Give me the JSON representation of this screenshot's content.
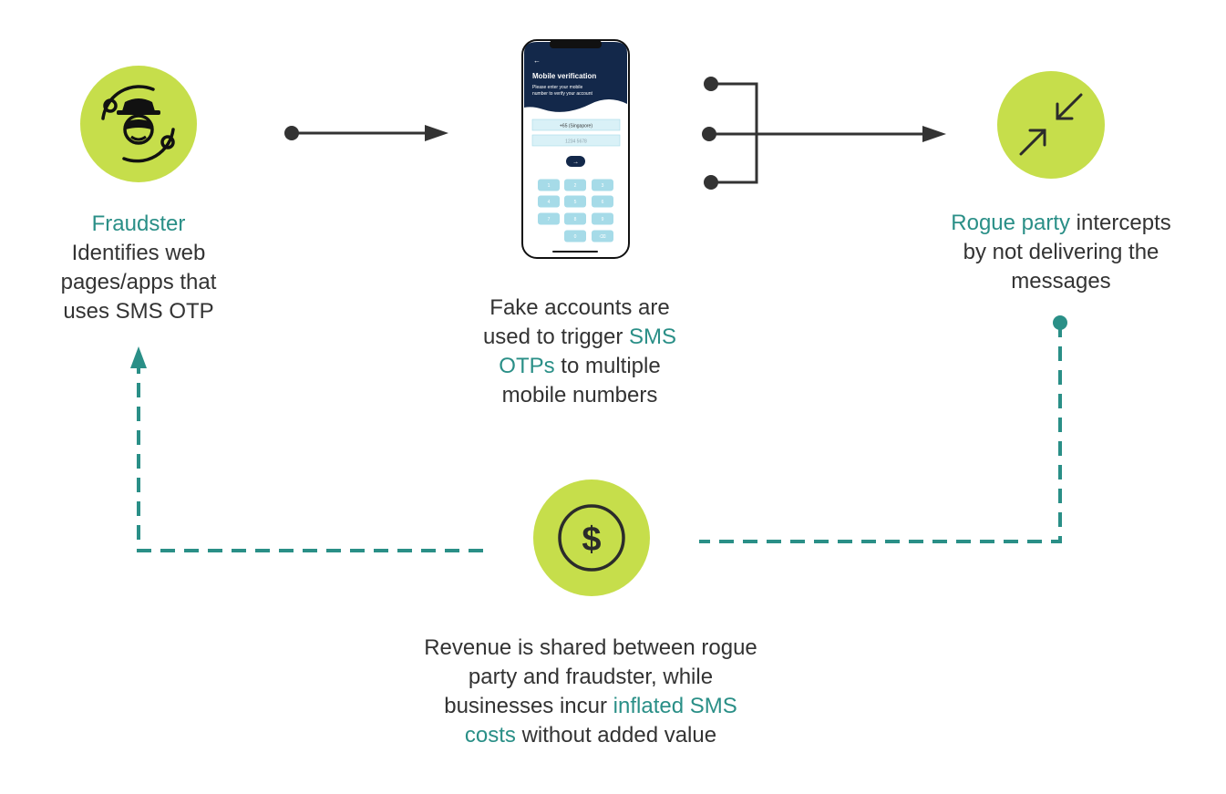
{
  "colors": {
    "accent_circle": "#c6de4b",
    "highlight_text": "#2a8f87",
    "arrow_solid": "#333333",
    "arrow_dashed": "#2a8f87",
    "phone_header": "#13284a",
    "keypad": "#a6dbe8"
  },
  "icons": {
    "fraudster": "masked-fraudster-icon",
    "rogue_party": "arrows-intercept-icon",
    "revenue": "dollar-icon",
    "phone": "phone-mockup"
  },
  "fraudster": {
    "title": "Fraudster",
    "line1": "Identifies web",
    "line2": "pages/apps that",
    "line3": "uses SMS OTP"
  },
  "fake_accounts": {
    "line1": "Fake accounts are",
    "line2a": "used to trigger ",
    "line2b": "SMS",
    "line3a": "OTPs",
    "line3b": " to multiple",
    "line4": "mobile numbers"
  },
  "rogue_party": {
    "line1a": "Rogue party",
    "line1b": " intercepts",
    "line2": "by not delivering the",
    "line3": "messages"
  },
  "revenue": {
    "line1": "Revenue is shared between rogue",
    "line2": "party and fraudster, while",
    "line3a": "businesses incur ",
    "line3b": "inflated SMS",
    "line4a": "costs",
    "line4b": " without added value"
  },
  "phone": {
    "back_arrow": "←",
    "title": "Mobile verification",
    "subtitle_line1": "Please enter your mobile",
    "subtitle_line2": "number to verify your account",
    "country_value": "+65 (Singapore)",
    "number_placeholder": "1234 5678",
    "submit_arrow": "→",
    "keys": [
      "1",
      "2",
      "3",
      "4",
      "5",
      "6",
      "7",
      "8",
      "9",
      "0"
    ],
    "delete_key": "⌫"
  }
}
